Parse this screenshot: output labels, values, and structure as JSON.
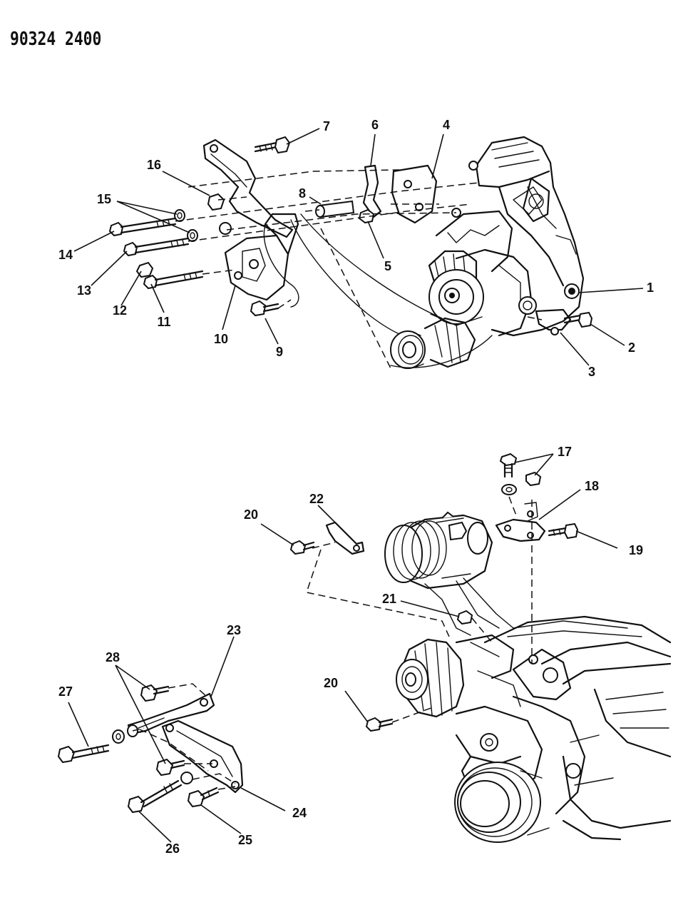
{
  "header": {
    "document_id": "90324 2400"
  },
  "callouts": {
    "c1": "1",
    "c2": "2",
    "c3": "3",
    "c4": "4",
    "c5": "5",
    "c6": "6",
    "c7": "7",
    "c8": "8",
    "c9": "9",
    "c10": "10",
    "c11": "11",
    "c12": "12",
    "c13": "13",
    "c14": "14",
    "c15": "15",
    "c16": "16",
    "c17": "17",
    "c18": "18",
    "c19": "19",
    "c20a": "20",
    "c20b": "20",
    "c21": "21",
    "c22": "22",
    "c23": "23",
    "c24": "24",
    "c25": "25",
    "c26": "26",
    "c27": "27",
    "c28": "28"
  }
}
